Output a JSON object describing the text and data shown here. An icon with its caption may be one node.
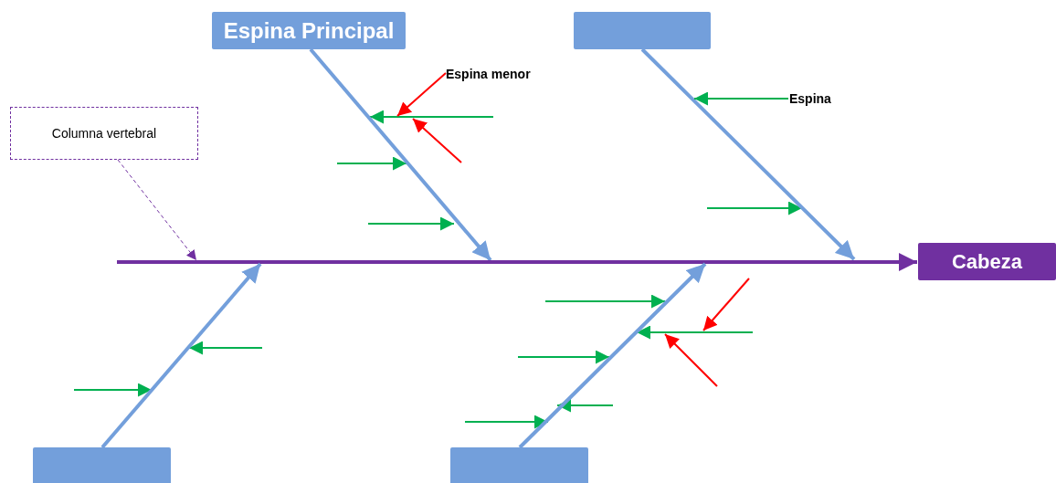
{
  "diagram": {
    "nodes": [
      {
        "text": [
          "Espina Principal"
        ]
      },
      {
        "text": [],
        "shape": "box"
      },
      {
        "text": [
          "Espina menor"
        ]
      },
      {
        "text": [
          "Espina"
        ]
      },
      {
        "text": [
          "Columna vertebral"
        ]
      },
      {
        "text": [
          "Cabeza"
        ]
      },
      {
        "text": [],
        "shape": "box"
      },
      {
        "text": [],
        "shape": "box"
      }
    ],
    "edges": [
      {
        "from": 0,
        "to": null,
        "arrow": "to"
      },
      {
        "from": 1,
        "to": null,
        "arrow": "to"
      },
      {
        "from": 2,
        "to": null,
        "arrow": "to",
        "color": "#ff0000"
      },
      {
        "from": 3,
        "to": null,
        "arrow": "to",
        "color": "#00b050"
      },
      {
        "from": 4,
        "to": null,
        "arrow": "to",
        "style": "dashed",
        "color": "#7030a0"
      },
      {
        "from": null,
        "to": 5,
        "arrow": "to",
        "color": "#7030a0"
      },
      {
        "from": 6,
        "to": null,
        "arrow": "to"
      },
      {
        "from": 7,
        "to": null,
        "arrow": "to"
      }
    ]
  }
}
